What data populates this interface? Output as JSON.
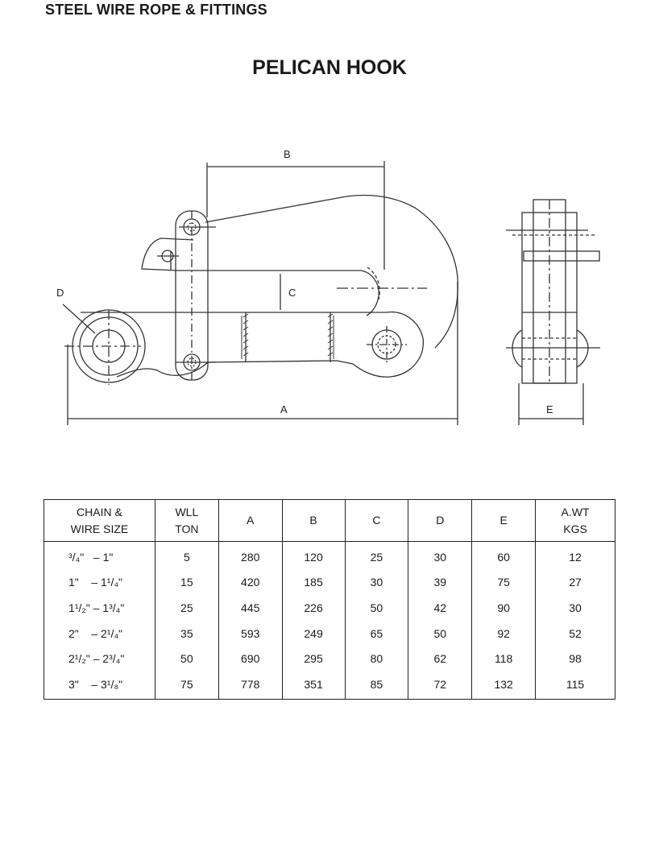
{
  "header": {
    "title": "STEEL WIRE ROPE & FITTINGS"
  },
  "page_title": "PELICAN HOOK",
  "drawing": {
    "labels": {
      "a": "A",
      "b": "B",
      "c": "C",
      "d": "D",
      "e": "E"
    }
  },
  "table": {
    "headers": [
      {
        "line1": "CHAIN &",
        "line2": "WIRE SIZE"
      },
      {
        "line1": "WLL",
        "line2": "TON"
      },
      {
        "line1": "A",
        "line2": ""
      },
      {
        "line1": "B",
        "line2": ""
      },
      {
        "line1": "C",
        "line2": ""
      },
      {
        "line1": "D",
        "line2": ""
      },
      {
        "line1": "E",
        "line2": ""
      },
      {
        "line1": "A.WT",
        "line2": "KGS"
      }
    ],
    "rows": [
      {
        "size": "³/₄\"   – 1\"",
        "wll": "5",
        "a": "280",
        "b": "120",
        "c": "25",
        "d": "30",
        "e": "60",
        "wt": "12"
      },
      {
        "size": "1\"    – 1¹/₄\"",
        "wll": "15",
        "a": "420",
        "b": "185",
        "c": "30",
        "d": "39",
        "e": "75",
        "wt": "27"
      },
      {
        "size": "1¹/₂\" – 1³/₄\"",
        "wll": "25",
        "a": "445",
        "b": "226",
        "c": "50",
        "d": "42",
        "e": "90",
        "wt": "30"
      },
      {
        "size": "2\"    – 2¹/₄\"",
        "wll": "35",
        "a": "593",
        "b": "249",
        "c": "65",
        "d": "50",
        "e": "92",
        "wt": "52"
      },
      {
        "size": "2¹/₂\" – 2³/₄\"",
        "wll": "50",
        "a": "690",
        "b": "295",
        "c": "80",
        "d": "62",
        "e": "118",
        "wt": "98"
      },
      {
        "size": "3\"    – 3¹/₈\"",
        "wll": "75",
        "a": "778",
        "b": "351",
        "c": "85",
        "d": "72",
        "e": "132",
        "wt": "115"
      }
    ]
  }
}
